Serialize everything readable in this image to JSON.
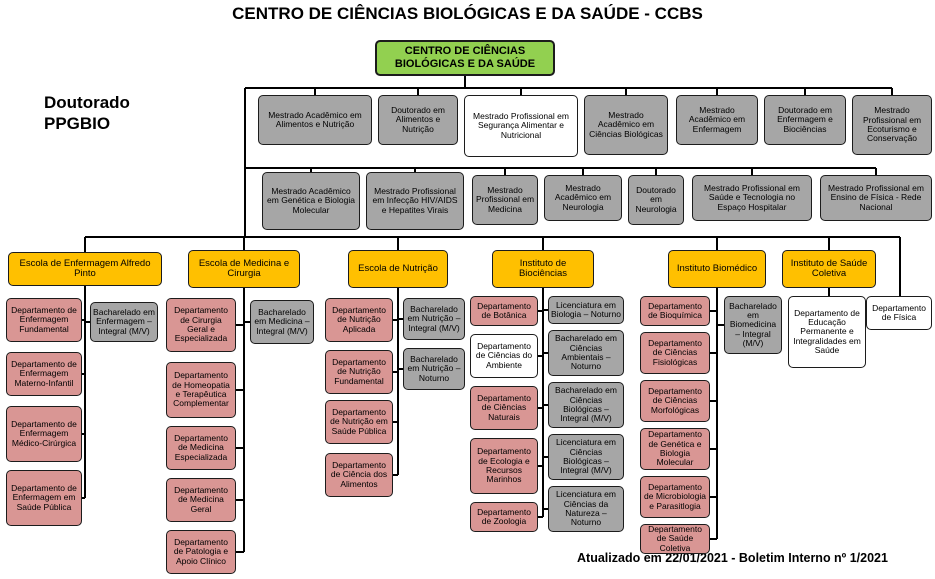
{
  "page": {
    "title": "CENTRO DE CIÊNCIAS BIOLÓGICAS E DA SAÚDE - CCBS",
    "side_label": "Doutorado\nPPGBIO",
    "footer": "Atualizado em 22/01/2021 - Boletim Interno nº 1/2021"
  },
  "colors": {
    "root_green": "#92d050",
    "program_gray": "#a6a6a6",
    "unit_yellow": "#ffc000",
    "department_pink": "#d99694",
    "plain_white": "#ffffff",
    "line_black": "#000000"
  },
  "root": {
    "label": "CENTRO DE CIÊNCIAS BIOLÓGICAS E DA SAÚDE"
  },
  "programs_row1": [
    {
      "label": "Mestrado Acadêmico em Alimentos e Nutrição"
    },
    {
      "label": "Doutorado em Alimentos e Nutrição"
    },
    {
      "label": "Mestrado Profissional em Segurança Alimentar e Nutricional"
    },
    {
      "label": "Mestrado Acadêmico em Ciências Biológicas"
    },
    {
      "label": "Mestrado Acadêmico em Enfermagem"
    },
    {
      "label": "Doutorado em Enfermagem e Biociências"
    },
    {
      "label": "Mestrado Profissional em Ecoturismo e Conservação"
    }
  ],
  "programs_row2": [
    {
      "label": "Mestrado Acadêmico em Genética e Biologia Molecular"
    },
    {
      "label": "Mestrado Profissional em Infecção HIV/AIDS e Hepatites Virais"
    },
    {
      "label": "Mestrado Profissional em Medicina"
    },
    {
      "label": "Mestrado Acadêmico em Neurologia"
    },
    {
      "label": "Doutorado em Neurologia"
    },
    {
      "label": "Mestrado Profissional em Saúde e Tecnologia no Espaço Hospitalar"
    },
    {
      "label": "Mestrado Profissional em Ensino de Física - Rede Nacional"
    }
  ],
  "units": [
    {
      "name": "Escola de Enfermagem Alfredo Pinto",
      "departments": [
        "Departamento de Enfermagem Fundamental",
        "Departamento de Enfermagem Materno-Infantil",
        "Departamento de Enfermagem Médico-Cirúrgica",
        "Departamento de Enfermagem em Saúde Pública"
      ],
      "courses": [
        "Bacharelado em Enfermagem – Integral (M/V)"
      ]
    },
    {
      "name": "Escola de Medicina e Cirurgia",
      "departments": [
        "Departamento de Cirurgia Geral e Especializada",
        "Departamento de Homeopatia e Terapêutica Complementar",
        "Departamento de Medicina Especializada",
        "Departamento de Medicina Geral",
        "Departamento de Patologia e Apoio Clínico"
      ],
      "courses": [
        "Bacharelado em Medicina – Integral (M/V)"
      ]
    },
    {
      "name": "Escola de Nutrição",
      "departments": [
        "Departamento de Nutrição Aplicada",
        "Departamento de Nutrição Fundamental",
        "Departamento de Nutrição em Saúde Pública",
        "Departamento de Ciência dos Alimentos"
      ],
      "courses": [
        "Bacharelado em Nutrição – Integral (M/V)",
        "Bacharelado em Nutrição – Noturno"
      ]
    },
    {
      "name": "Instituto de Biociências",
      "departments": [
        "Departamento de Botânica",
        "Departamento de Ciências do Ambiente",
        "Departamento de Ciências Naturais",
        "Departamento de Ecologia e Recursos Marinhos",
        "Departamento de Zoologia"
      ],
      "courses": [
        "Licenciatura em Biologia – Noturno",
        "Bacharelado em Ciências Ambientais – Noturno",
        "Bacharelado em Ciências Biológicas – Integral (M/V)",
        "Licenciatura em Ciências Biológicas – Integral (M/V)",
        "Licenciatura em Ciências da Natureza – Noturno"
      ]
    },
    {
      "name": "Instituto Biomédico",
      "departments": [
        "Departamento de Bioquímica",
        "Departamento de Ciências Fisiológicas",
        "Departamento de Ciências Morfológicas",
        "Departamento de Genética e Biologia Molecular",
        "Departamento de Microbiologia e Parasitlogia",
        "Departamento de Saúde Coletiva"
      ],
      "courses": [
        "Bacharelado em Biomedicina – Integral (M/V)"
      ]
    },
    {
      "name": "Instituto de Saúde Coletiva",
      "departments": [
        "Departamento de Educação Permanente e Integralidades em Saúde"
      ],
      "courses": []
    }
  ],
  "standalone_department": {
    "label": "Departamento de Física"
  }
}
